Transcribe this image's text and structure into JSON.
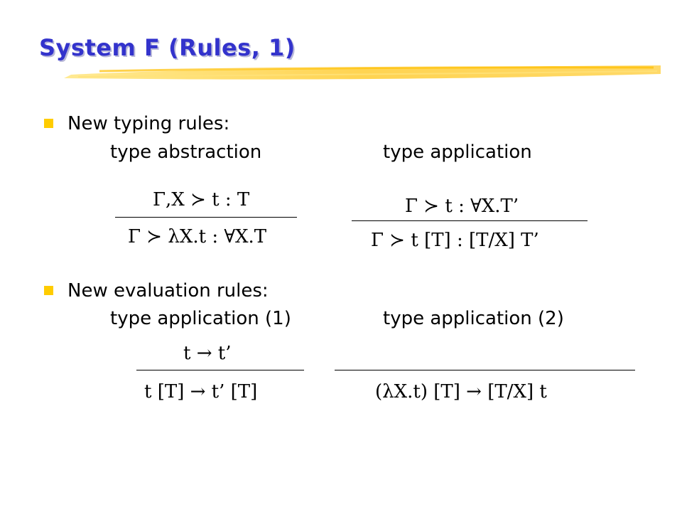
{
  "slide": {
    "title": "System F (Rules, 1)",
    "accent_color": "#3333cc",
    "bullet_color": "#ffcc00",
    "underline_color": "#ffcc00"
  },
  "typing": {
    "heading": "New typing rules:",
    "label_abstraction": "type abstraction",
    "label_application": "type application",
    "abstraction_premise": "Γ,X ≻ t : T",
    "abstraction_conclusion": "Γ ≻ λX.t : ∀X.T",
    "application_premise": "Γ ≻ t : ∀X.T’",
    "application_conclusion": "Γ ≻ t [T] : [T/X] T’"
  },
  "evaluation": {
    "heading": "New evaluation rules:",
    "label_application_1": "type application (1)",
    "label_application_2": "type application (2)",
    "app1_premise": "t → t’",
    "app1_conclusion": "t [T] → t’ [T]",
    "app2_conclusion": "(λX.t) [T] → [T/X] t"
  }
}
